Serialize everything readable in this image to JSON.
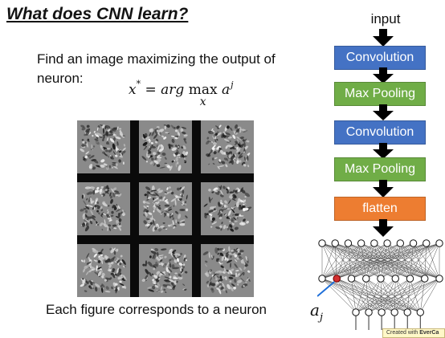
{
  "title": "What does CNN learn?",
  "description": "Find an image maximizing the output of neuron:",
  "formula": {
    "lhs": "x",
    "lhs_sup": "*",
    "eq": "=",
    "argmax": "arg",
    "op": "max",
    "op_sub": "x",
    "var": "a",
    "var_sup": "j"
  },
  "caption": "Each figure corresponds to a neuron",
  "diagram": {
    "input_label": "input",
    "layers": [
      {
        "label": "Convolution",
        "color": "#4472c4"
      },
      {
        "label": "Max Pooling",
        "color": "#70ad47"
      },
      {
        "label": "Convolution",
        "color": "#4472c4"
      },
      {
        "label": "Max Pooling",
        "color": "#70ad47"
      },
      {
        "label": "flatten",
        "color": "#ed7d31"
      }
    ],
    "output_var": "a",
    "output_sub": "j"
  },
  "watermark": {
    "prefix": "Created with",
    "brand": "EverCa"
  }
}
